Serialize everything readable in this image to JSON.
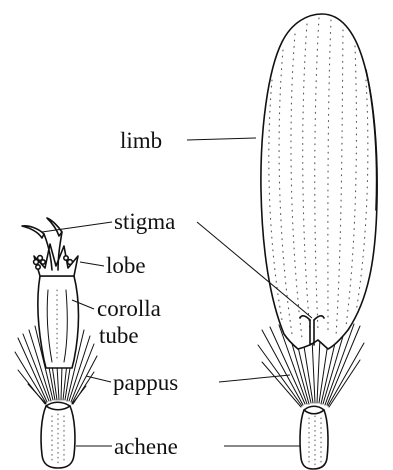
{
  "labels": {
    "limb": "limb",
    "stigma": "stigma",
    "lobe": "lobe",
    "corolla_line1": "corolla",
    "corolla_line2": "tube",
    "pappus": "pappus",
    "achene": "achene"
  }
}
